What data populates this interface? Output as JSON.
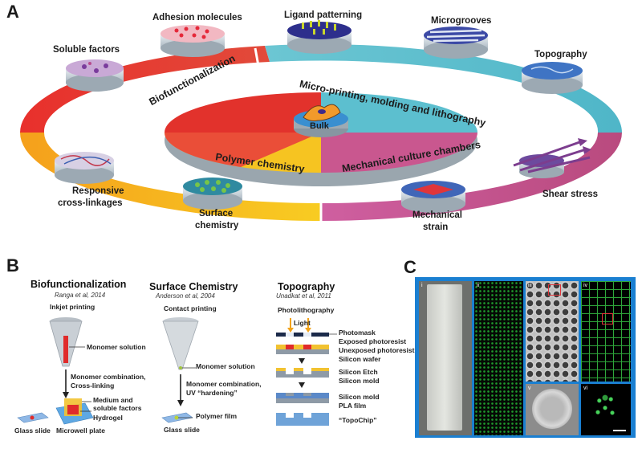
{
  "panels": {
    "a": "A",
    "b": "B",
    "c": "C"
  },
  "ring_labels": {
    "soluble_factors": "Soluble factors",
    "adhesion_molecules": "Adhesion molecules",
    "ligand_patterning": "Ligand patterning",
    "microgrooves": "Microgrooves",
    "topography": "Topography",
    "shear_stress": "Shear stress",
    "mechanical_strain_1": "Mechanical",
    "mechanical_strain_2": "strain",
    "surface_chemistry_1": "Surface",
    "surface_chemistry_2": "chemistry",
    "responsive_1": "Responsive",
    "responsive_2": "cross-linkages"
  },
  "inner_labels": {
    "biofunctionalization": "Biofunctionalization",
    "micro_printing": "Micro-printing, molding and lithography",
    "polymer_chemistry": "Polymer chemistry",
    "mechanical_chambers": "Mechanical culture chambers",
    "bulk": "Bulk"
  },
  "panel_b": {
    "biofunc": {
      "title": "Biofunctionalization",
      "cite": "Ranga et al, 2014",
      "method": "Inkjet printing",
      "monomer_solution": "Monomer solution",
      "step1": "Monomer combination,",
      "step2": "Cross-linking",
      "medium1": "Medium and",
      "medium2": "soluble factors",
      "hydrogel": "Hydrogel",
      "glass_slide": "Glass slide",
      "microwell": "Microwell plate"
    },
    "surface": {
      "title": "Surface Chemistry",
      "cite": "Anderson et al, 2004",
      "method": "Contact printing",
      "monomer_solution": "Monomer solution",
      "step1": "Monomer combination,",
      "step2": "UV “hardening”",
      "polymer_film": "Polymer film",
      "glass_slide": "Glass slide"
    },
    "topo": {
      "title": "Topography",
      "cite": "Unadkat et al, 2011",
      "method": "Photolithography",
      "light": "Light",
      "photomask": "Photomask",
      "exposed": "Exposed photoresist",
      "unexposed": "Unexposed photoresist",
      "wafer": "Silicon wafer",
      "etch": "Silicon Etch",
      "mold1": "Silicon mold",
      "mold2": "Silicon mold",
      "pla": "PLA film",
      "topochip": "“TopoChip”"
    }
  },
  "panel_c": {
    "tiles": [
      "i",
      "ii",
      "iii",
      "iv",
      "v",
      "vi"
    ],
    "border_color": "#1a7fd1"
  },
  "colors": {
    "red": "#e03a2e",
    "orange": "#f2a31b",
    "yellow": "#f7c21a",
    "teal": "#5bbfcf",
    "magenta": "#c9578f",
    "blue_frame": "#1a7fd1"
  }
}
